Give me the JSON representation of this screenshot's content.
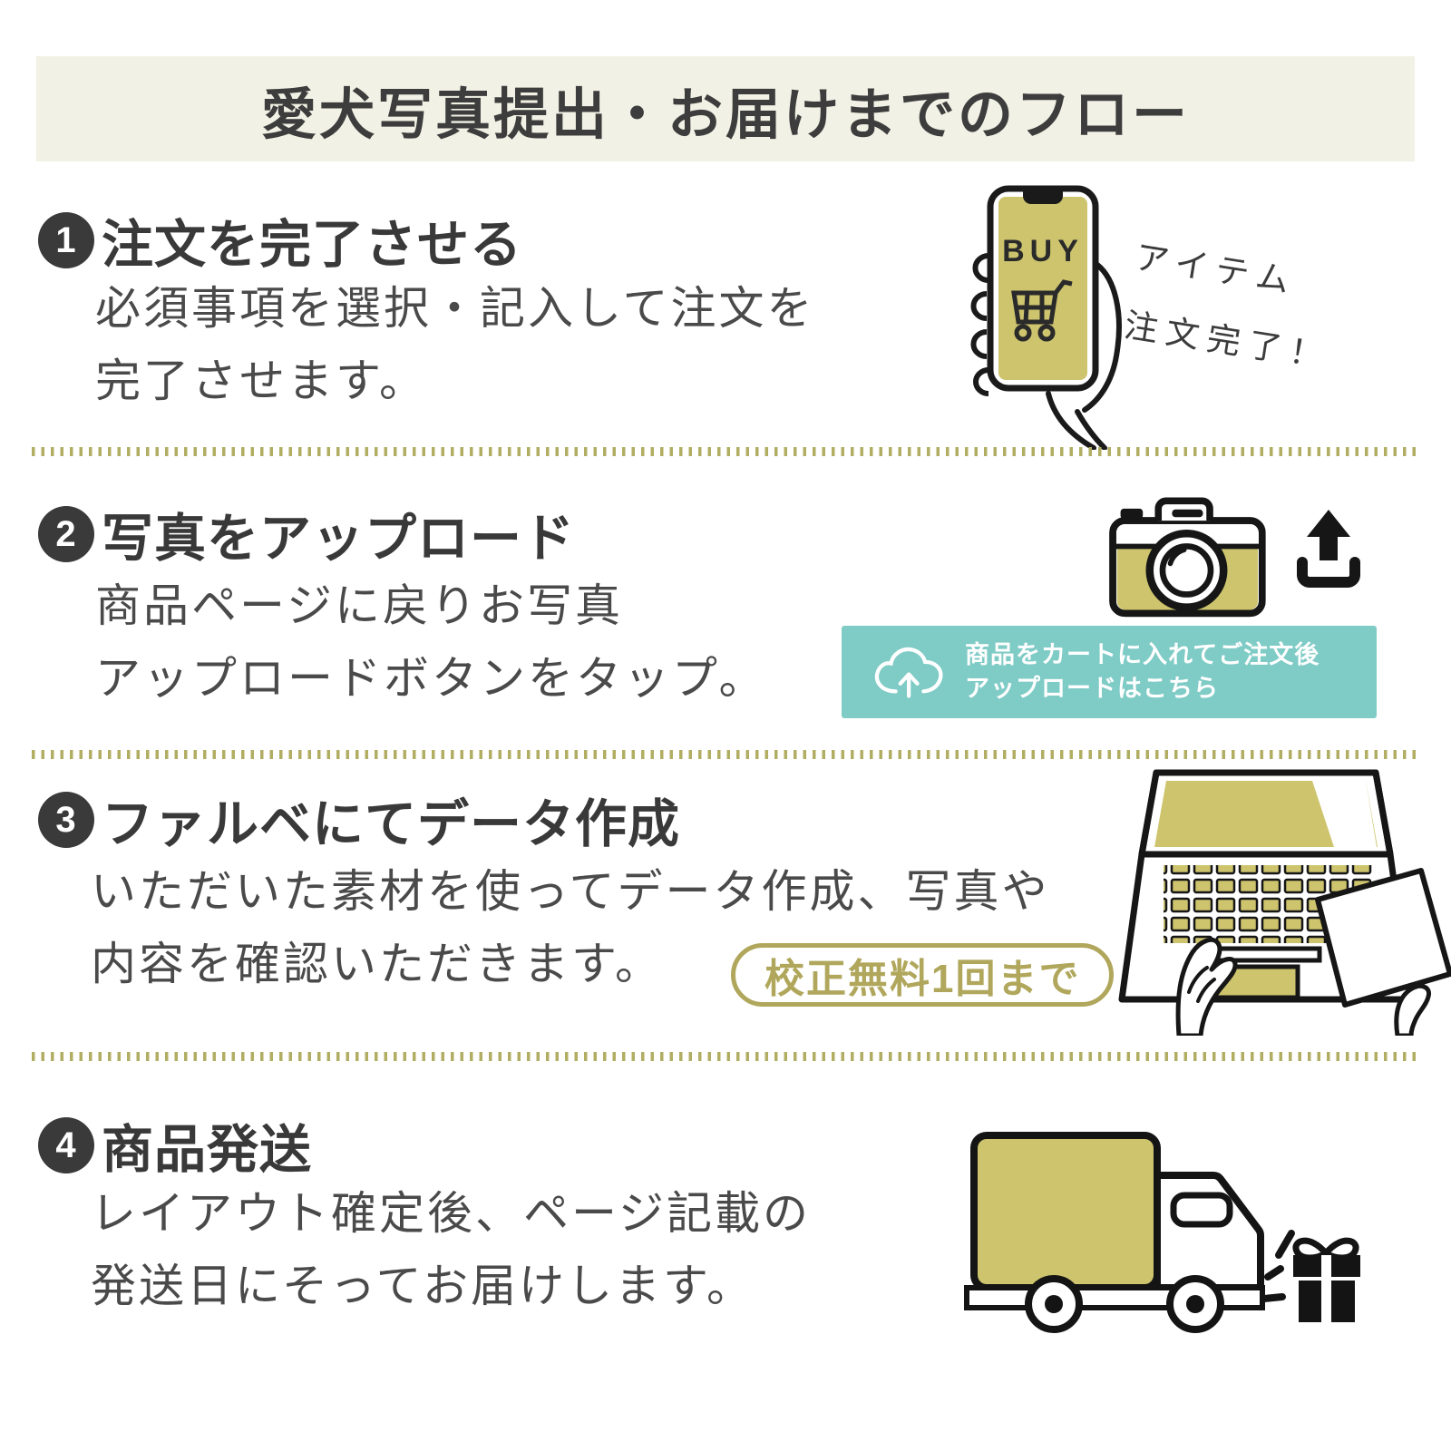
{
  "title": "愛犬写真提出・お届けまでのフロー",
  "colors": {
    "banner_bg": "#f2f1e5",
    "text_dark": "#3d3d3d",
    "olive_accent": "#cdc46d",
    "olive_dark": "#b0a75c",
    "teal_button": "#7fcbc6"
  },
  "steps": {
    "s1": {
      "num": "1",
      "heading": "注文を完了させる",
      "line1": "必須事項を選択・記入して注文を",
      "line2": "完了させます。",
      "phone_label": "BUY",
      "note1": "アイテム",
      "note2": "注文完了！"
    },
    "s2": {
      "num": "2",
      "heading": "写真をアップロード",
      "line1": "商品ページに戻りお写真",
      "line2": "アップロードボタンをタップ。",
      "upload_btn1": "商品をカートに入れてご注文後",
      "upload_btn2": "アップロードはこちら"
    },
    "s3": {
      "num": "3",
      "heading": "ファルベにてデータ作成",
      "line1": "いただいた素材を使ってデータ作成、写真や",
      "line2": "内容を確認いただきます。",
      "badge": "校正無料1回まで"
    },
    "s4": {
      "num": "4",
      "heading": "商品発送",
      "line1": "レイアウト確定後、ページ記載の",
      "line2": "発送日にそってお届けします。"
    }
  }
}
